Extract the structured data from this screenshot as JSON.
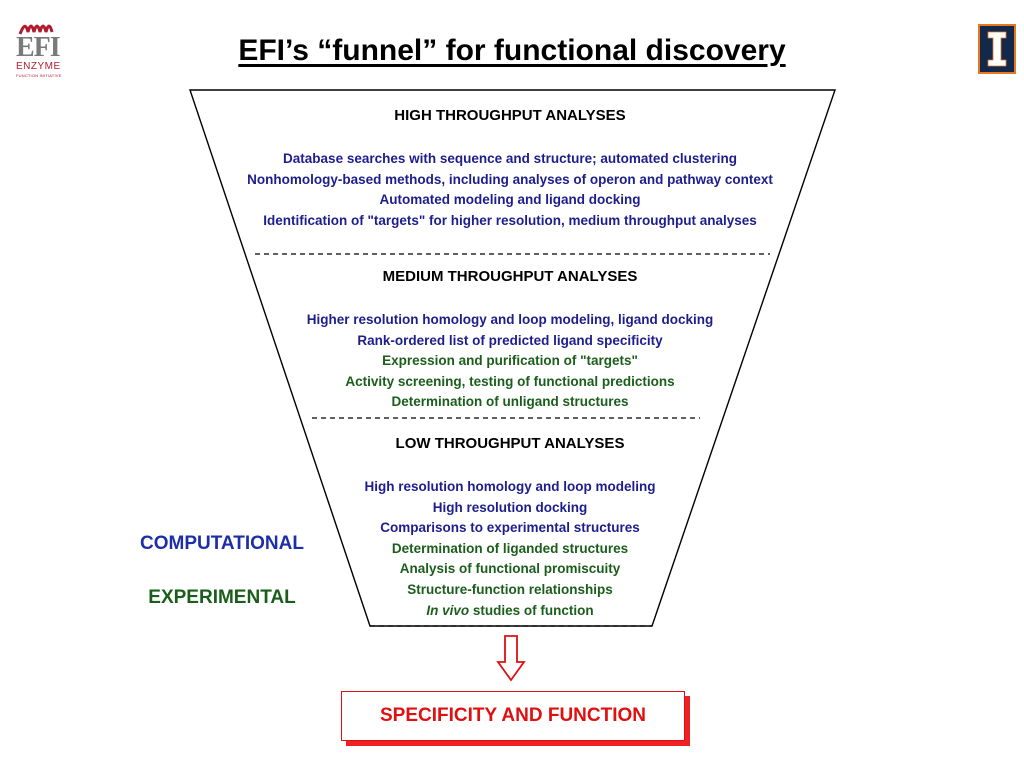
{
  "title": "EFI’s “funnel” for functional discovery",
  "logos": {
    "efi_text": "EFI",
    "efi_subtext": "ENZYME",
    "efi_tagline": "FUNCTION INITIATIVE",
    "efi_colors": {
      "mark": "#b01c2e",
      "text": "#7a7a7a"
    },
    "university_colors": {
      "navy": "#13294b",
      "orange": "#e87722"
    }
  },
  "funnel": {
    "sections": [
      {
        "heading": "HIGH THROUGHPUT ANALYSES",
        "lines": [
          {
            "text": "Database searches with sequence and structure; automated clustering",
            "type": "computational"
          },
          {
            "text": "Nonhomology-based methods, including analyses of operon and pathway context",
            "type": "computational"
          },
          {
            "text": "Automated modeling  and ligand docking",
            "type": "computational"
          },
          {
            "text": "Identification of \"targets\" for higher resolution, medium throughput analyses",
            "type": "computational"
          }
        ]
      },
      {
        "heading": "MEDIUM THROUGHPUT ANALYSES",
        "lines": [
          {
            "text": "Higher resolution homology and loop modeling, ligand docking",
            "type": "computational"
          },
          {
            "text": "Rank-ordered list of predicted ligand specificity",
            "type": "computational"
          },
          {
            "text": "Expression and purification of \"targets\"",
            "type": "experimental"
          },
          {
            "text": "Activity screening, testing of functional predictions",
            "type": "experimental"
          },
          {
            "text": "Determination of unligand structures",
            "type": "experimental"
          }
        ]
      },
      {
        "heading": "LOW THROUGHPUT ANALYSES",
        "lines": [
          {
            "text": "High resolution homology and loop modeling",
            "type": "computational"
          },
          {
            "text": "High resolution docking",
            "type": "computational"
          },
          {
            "text": "Comparisons to experimental structures",
            "type": "computational"
          },
          {
            "text": "Determination of liganded structures",
            "type": "experimental"
          },
          {
            "text": "Analysis of functional promiscuity",
            "type": "experimental"
          },
          {
            "text": "Structure-function relationships",
            "type": "experimental"
          },
          {
            "text_italic": "In vivo",
            "text": " studies of function",
            "type": "experimental"
          }
        ]
      }
    ]
  },
  "legend": {
    "computational": "COMPUTATIONAL",
    "experimental": "EXPERIMENTAL",
    "colors": {
      "computational": "#1d2fa8",
      "experimental": "#1b5e1b"
    }
  },
  "result": "SPECIFICITY AND FUNCTION",
  "colors": {
    "arrow": "#d11",
    "result_text": "#e01010"
  }
}
